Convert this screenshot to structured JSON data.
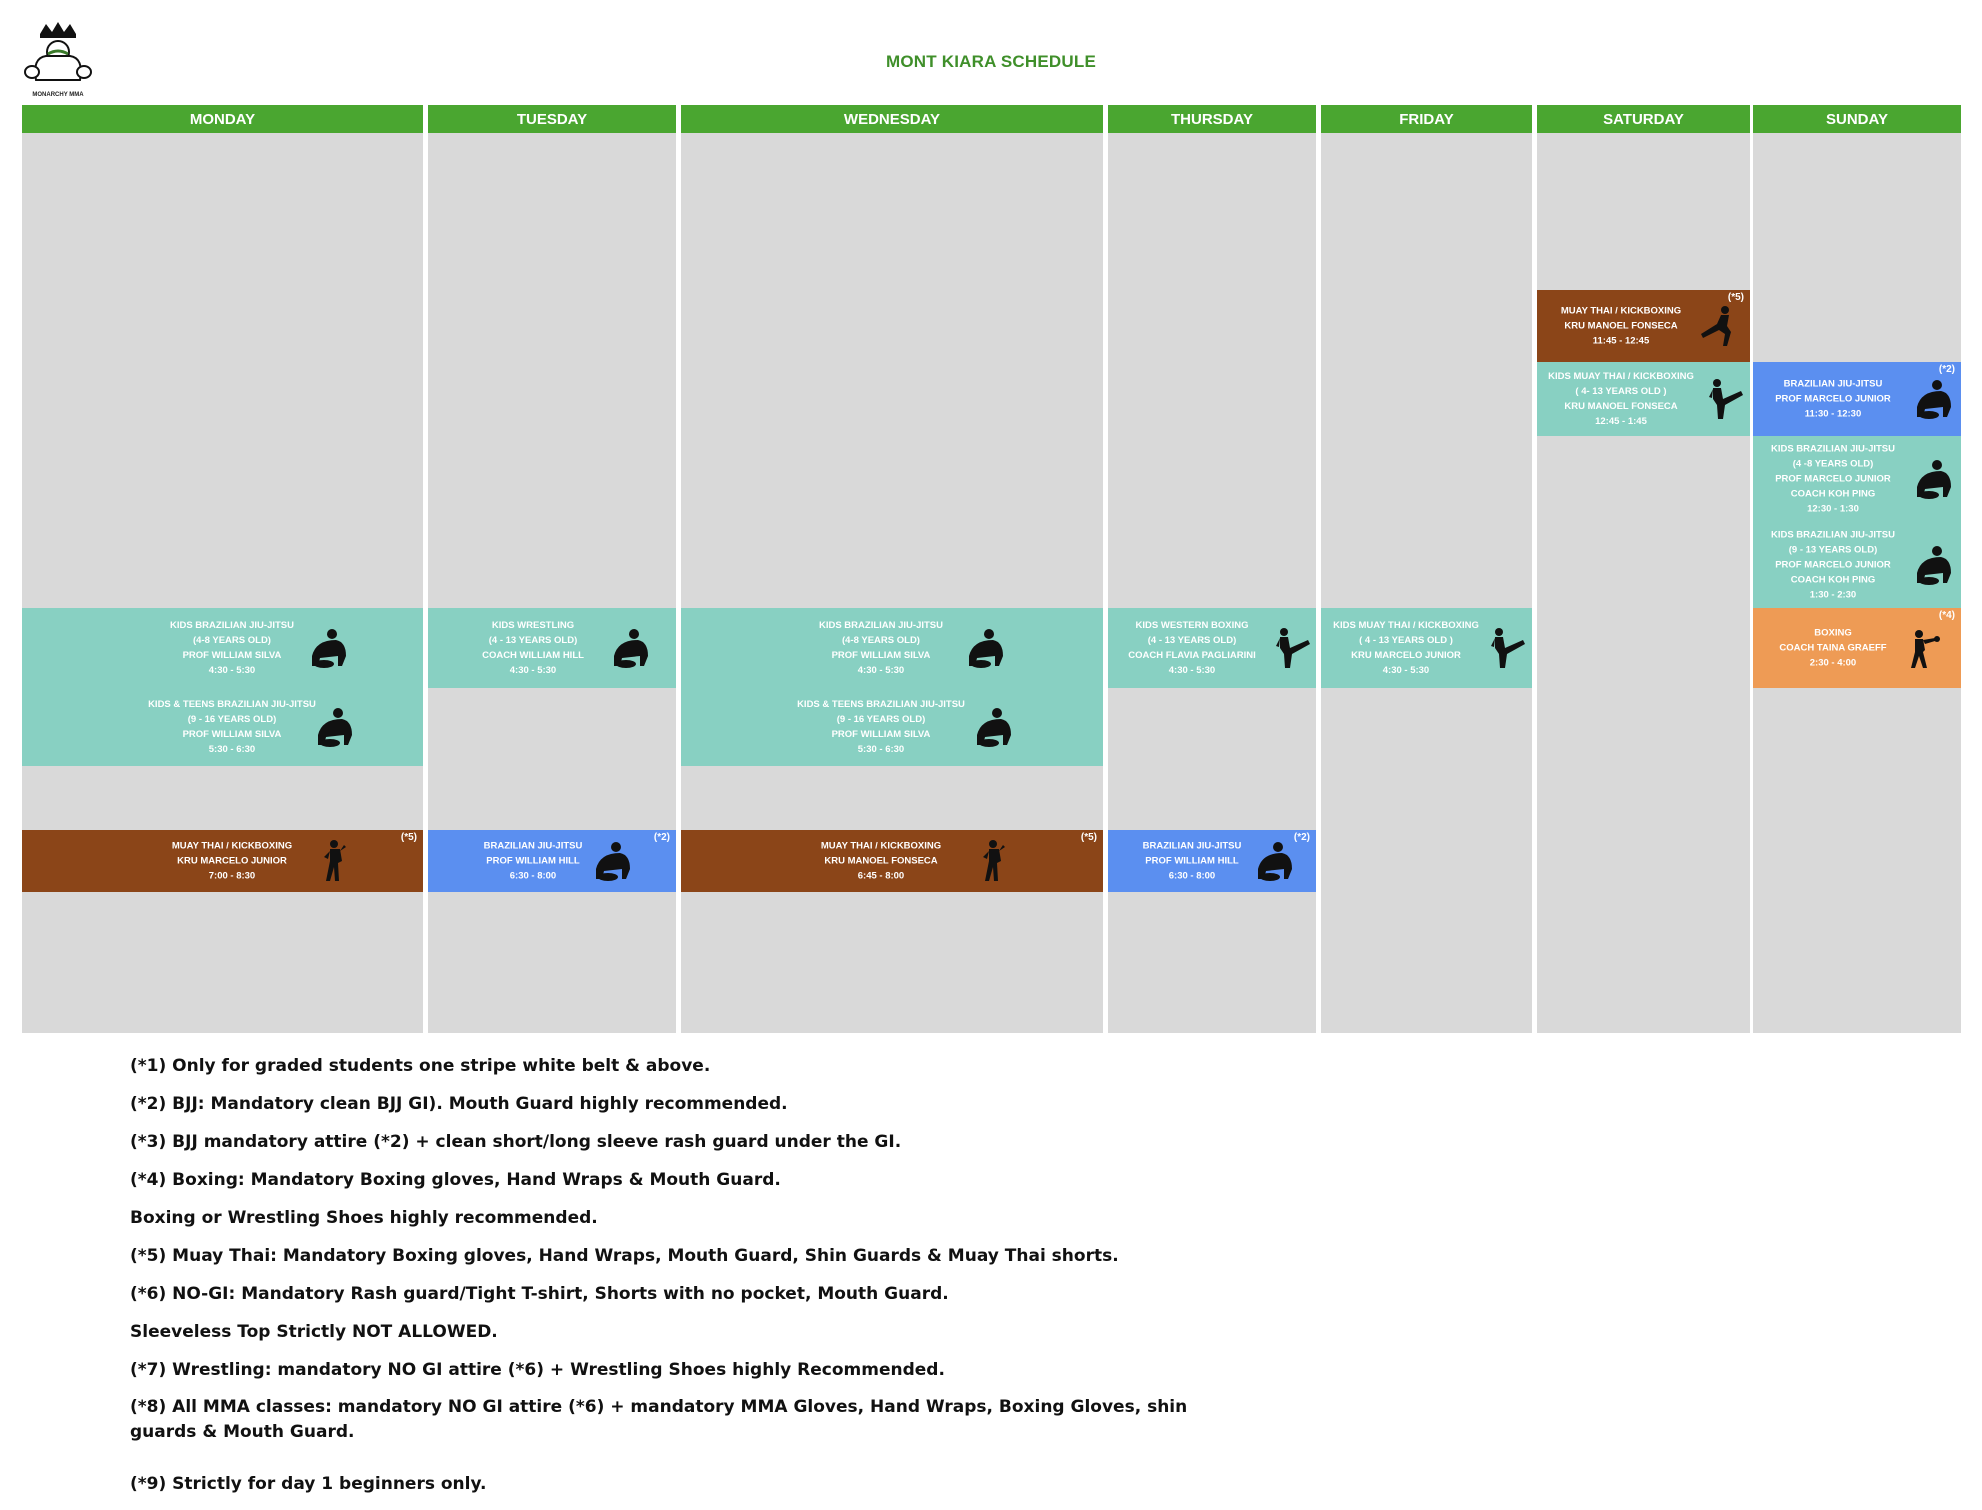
{
  "header": {
    "logo_text": "MONARCHY MMA",
    "title": "MONT KIARA SCHEDULE"
  },
  "days": [
    "MONDAY",
    "TUESDAY",
    "WEDNESDAY",
    "THURSDAY",
    "FRIDAY",
    "SATURDAY",
    "SUNDAY"
  ],
  "colors": {
    "header_green": "#4aa630",
    "title_green": "#3f8f2a",
    "empty_grey": "#d9d9d9",
    "kids_teal": "#88d0c2",
    "muay_thai_brown": "#8b4518",
    "bjj_blue": "#5b8ff0",
    "boxing_orange": "#ee9b55"
  },
  "classes": {
    "mon_kids_bjj": {
      "lines": [
        "KIDS BRAZILIAN JIU-JITSU",
        "(4-8 YEARS OLD)",
        "PROF WILLIAM SILVA",
        "4:30 - 5:30"
      ],
      "note": "",
      "icon": "grappling-icon"
    },
    "mon_teens_bjj": {
      "lines": [
        "KIDS & TEENS BRAZILIAN JIU-JITSU",
        "(9 - 16 YEARS OLD)",
        "PROF WILLIAM SILVA",
        "5:30 - 6:30"
      ],
      "note": "",
      "icon": "grappling-icon"
    },
    "mon_muay_thai": {
      "lines": [
        "MUAY THAI / KICKBOXING",
        "KRU MARCELO JUNIOR",
        "7:00 - 8:30"
      ],
      "note": "(*5)",
      "icon": "fighter-icon"
    },
    "tue_kids_wrestling": {
      "lines": [
        "KIDS WRESTLING",
        "(4 - 13 YEARS OLD)",
        "COACH WILLIAM HILL",
        "4:30 - 5:30"
      ],
      "note": "",
      "icon": "grappling-icon"
    },
    "tue_bjj": {
      "lines": [
        "BRAZILIAN JIU-JITSU",
        "PROF WILLIAM HILL",
        "6:30 - 8:00"
      ],
      "note": "(*2)",
      "icon": "grappling-icon"
    },
    "wed_kids_bjj": {
      "lines": [
        "KIDS BRAZILIAN JIU-JITSU",
        "(4-8 YEARS OLD)",
        "PROF WILLIAM SILVA",
        "4:30 - 5:30"
      ],
      "note": "",
      "icon": "grappling-icon"
    },
    "wed_teens_bjj": {
      "lines": [
        "KIDS & TEENS BRAZILIAN JIU-JITSU",
        "(9 - 16 YEARS OLD)",
        "PROF WILLIAM SILVA",
        "5:30 - 6:30"
      ],
      "note": "",
      "icon": "grappling-icon"
    },
    "wed_muay_thai": {
      "lines": [
        "MUAY THAI / KICKBOXING",
        "KRU MANOEL FONSECA",
        "6:45 - 8:00"
      ],
      "note": "(*5)",
      "icon": "fighter-icon"
    },
    "thu_kids_boxing": {
      "lines": [
        "KIDS WESTERN BOXING",
        "(4 - 13 YEARS OLD)",
        "COACH FLAVIA PAGLIARINI",
        "4:30 - 5:30"
      ],
      "note": "",
      "icon": "kick-icon"
    },
    "thu_bjj": {
      "lines": [
        "BRAZILIAN JIU-JITSU",
        "PROF WILLIAM HILL",
        "6:30 - 8:00"
      ],
      "note": "(*2)",
      "icon": "grappling-icon"
    },
    "fri_kids_muay_thai": {
      "lines": [
        "KIDS MUAY THAI / KICKBOXING",
        "( 4 - 13 YEARS OLD )",
        "KRU MARCELO JUNIOR",
        "4:30 - 5:30"
      ],
      "note": "",
      "icon": "kick-icon"
    },
    "sat_muay_thai": {
      "lines": [
        "MUAY THAI / KICKBOXING",
        "KRU MANOEL FONSECA",
        "11:45 - 12:45"
      ],
      "note": "(*5)",
      "icon": "kick-icon"
    },
    "sat_kids_muay_thai": {
      "lines": [
        "KIDS  MUAY THAI / KICKBOXING",
        "( 4- 13 YEARS OLD )",
        "KRU MANOEL FONSECA",
        "12:45 - 1:45"
      ],
      "note": "",
      "icon": "kick-icon"
    },
    "sun_bjj": {
      "lines": [
        "BRAZILIAN JIU-JITSU",
        "PROF MARCELO JUNIOR",
        "11:30 - 12:30"
      ],
      "note": "(*2)",
      "icon": "grappling-icon"
    },
    "sun_kids_bjj_4_8": {
      "lines": [
        "KIDS BRAZILIAN JIU-JITSU",
        "(4 -8 YEARS OLD)",
        "PROF MARCELO JUNIOR",
        "COACH KOH PING",
        "12:30 - 1:30"
      ],
      "note": "",
      "icon": "grappling-icon"
    },
    "sun_kids_bjj_9_13": {
      "lines": [
        "KIDS BRAZILIAN JIU-JITSU",
        "(9 - 13 YEARS OLD)",
        "PROF MARCELO JUNIOR",
        "COACH KOH PING",
        "1:30 - 2:30"
      ],
      "note": "",
      "icon": "grappling-icon"
    },
    "sun_boxing": {
      "lines": [
        "BOXING",
        "COACH TAINA GRAEFF",
        "2:30 - 4:00"
      ],
      "note": "(*4)",
      "icon": "boxer-icon"
    }
  },
  "notes": [
    "(*1) Only for graded students one stripe white belt & above.",
    "(*2) BJJ: Mandatory clean BJJ GI). Mouth Guard highly recommended.",
    "(*3) BJJ mandatory attire (*2) + clean short/long sleeve rash guard under the GI.",
    "(*4) Boxing: Mandatory Boxing gloves, Hand Wraps & Mouth Guard.",
    "Boxing or Wrestling Shoes highly recommended.",
    "(*5) Muay Thai: Mandatory Boxing gloves, Hand Wraps, Mouth Guard, Shin Guards & Muay Thai shorts.",
    "(*6) NO-GI: Mandatory Rash guard/Tight T-shirt, Shorts with no pocket, Mouth Guard.",
    "Sleeveless Top Strictly NOT ALLOWED.",
    "(*7) Wrestling: mandatory NO GI attire (*6) + Wrestling Shoes highly Recommended.",
    "(*8) All MMA classes: mandatory NO GI attire (*6) + mandatory MMA Gloves, Hand Wraps, Boxing Gloves, shin guards & Mouth Guard.",
    "(*9) Strictly for day 1 beginners only."
  ]
}
